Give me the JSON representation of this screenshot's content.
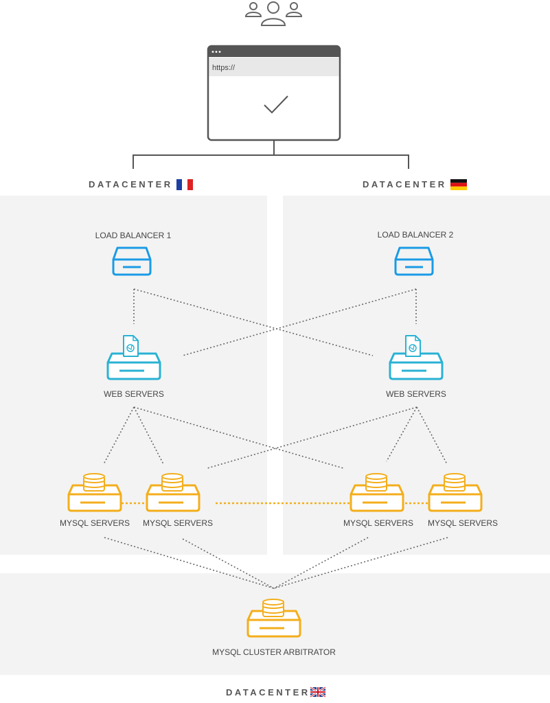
{
  "browser": {
    "url": "https://"
  },
  "datacenters": {
    "france": {
      "label": "DATACENTER"
    },
    "germany": {
      "label": "DATACENTER"
    },
    "uk": {
      "label": "DATACENTER"
    }
  },
  "load_balancers": [
    "LOAD BALANCER 1",
    "LOAD BALANCER 2"
  ],
  "web_servers": [
    "WEB SERVERS",
    "WEB SERVERS"
  ],
  "mysql_servers": [
    "MYSQL SERVERS",
    "MYSQL SERVERS",
    "MYSQL SERVERS",
    "MYSQL SERVERS"
  ],
  "arbitrator": {
    "label": "MYSQL CLUSTER ARBITRATOR"
  },
  "colors": {
    "load_balancer": "#1a9be6",
    "web_server": "#29b2d4",
    "mysql": "#f3ae1b",
    "panel_bg": "#f3f3f3",
    "line": "#555555"
  },
  "icons": {
    "users": "users-group-icon",
    "browser": "browser-window-icon",
    "check": "checkmark-icon",
    "load_balancer": "server-icon",
    "web_server": "web-server-stack-icon",
    "mysql": "database-server-stack-icon",
    "flag_fr": "flag-france-icon",
    "flag_de": "flag-germany-icon",
    "flag_uk": "flag-uk-icon"
  }
}
